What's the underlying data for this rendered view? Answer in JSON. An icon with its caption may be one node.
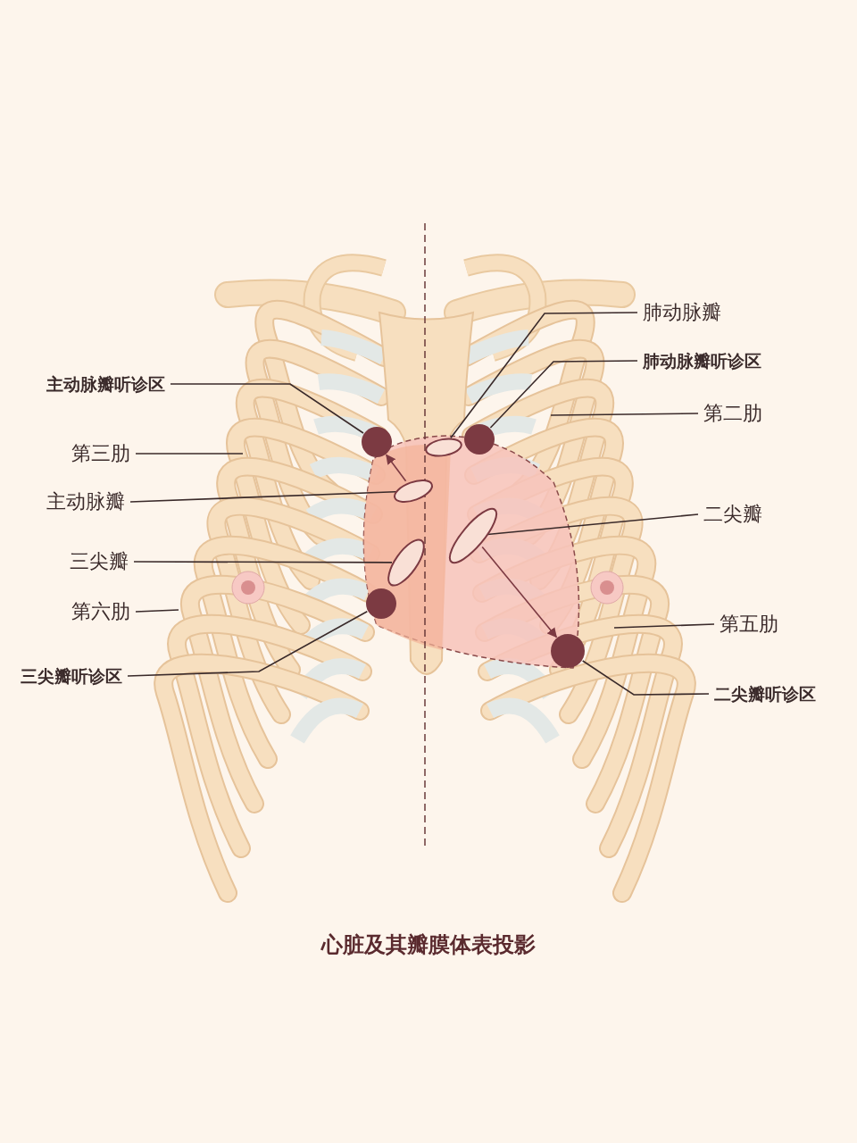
{
  "diagram": {
    "caption": "心脏及其瓣膜体表投影",
    "nodes": [
      {
        "text": [
          "主动脉瓣听诊区"
        ]
      },
      {
        "text": [
          "第三肋"
        ]
      },
      {
        "text": [
          "主动脉瓣"
        ]
      },
      {
        "text": [
          "三尖瓣"
        ]
      },
      {
        "text": [
          "第六肋"
        ]
      },
      {
        "text": [
          "三尖瓣听诊区"
        ]
      },
      {
        "text": [
          "肺动脉瓣"
        ]
      },
      {
        "text": [
          "肺动脉瓣听诊区"
        ]
      },
      {
        "text": [
          "第二肋"
        ]
      },
      {
        "text": [
          "二尖瓣"
        ]
      },
      {
        "text": [
          "第五肋"
        ]
      },
      {
        "text": [
          "二尖瓣听诊区"
        ]
      },
      {
        "text": [],
        "shape": "circle"
      },
      {
        "text": [],
        "shape": "ellipse"
      },
      {
        "text": [],
        "shape": "circle"
      },
      {
        "text": [],
        "shape": "ellipse"
      },
      {
        "text": [],
        "shape": "ellipse"
      },
      {
        "text": [],
        "shape": "ellipse"
      },
      {
        "text": [],
        "shape": "circle"
      },
      {
        "text": [],
        "shape": "circle"
      }
    ],
    "edges": [
      {
        "from": 0,
        "to": 12,
        "arrow": "none"
      },
      {
        "from": 1,
        "to": null,
        "arrow": "none"
      },
      {
        "from": 2,
        "to": 15,
        "arrow": "none"
      },
      {
        "from": 3,
        "to": 17,
        "arrow": "none"
      },
      {
        "from": 4,
        "to": null,
        "arrow": "none"
      },
      {
        "from": 5,
        "to": 18,
        "arrow": "none"
      },
      {
        "from": 6,
        "to": 13,
        "arrow": "none"
      },
      {
        "from": 7,
        "to": 14,
        "arrow": "none"
      },
      {
        "from": 8,
        "to": null,
        "arrow": "none"
      },
      {
        "from": 9,
        "to": 16,
        "arrow": "none"
      },
      {
        "from": 10,
        "to": null,
        "arrow": "none"
      },
      {
        "from": 11,
        "to": 19,
        "arrow": "none"
      },
      {
        "from": 15,
        "to": 12,
        "arrow": "to"
      },
      {
        "from": 16,
        "to": 19,
        "arrow": "to"
      }
    ]
  }
}
